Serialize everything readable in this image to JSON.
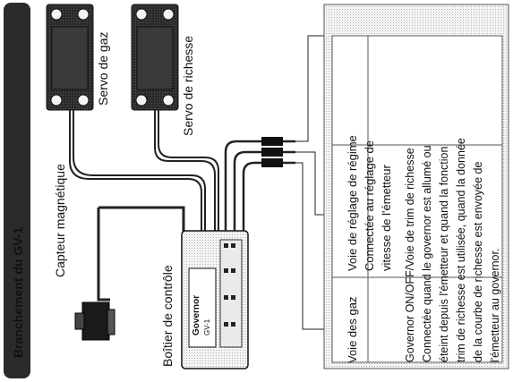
{
  "title": "Branchement du GV-1",
  "labels": {
    "servo_gaz": "Servo de gaz",
    "servo_richesse": "Servo de richesse",
    "capteur": "Capteur magnétique",
    "boitier": "Boîtier de contrôle",
    "governor_name": "Governor",
    "governor_model": "GV-1"
  },
  "table": {
    "voie_gaz": "Voie des gaz",
    "voie_regime_lines": [
      "Voie de réglage de régime",
      "Connectée au réglage de",
      "vitesse de l'émetteur"
    ],
    "governor_lines": [
      "Governor ON/OFF/Voie de trim de richesse",
      "Connectée quand le governor est allumé ou",
      "éteint depuis l'émetteur et quand la fonction",
      "trim de richesse est utilisée, quand la donnée",
      "de la courbe de richesse est envoyée de",
      "l'émetteur au governor."
    ]
  },
  "colors": {
    "banner": "#2b2b2b",
    "table_border": "#555555",
    "dot_fill": "#f3f3f3",
    "cable": "#222222"
  }
}
